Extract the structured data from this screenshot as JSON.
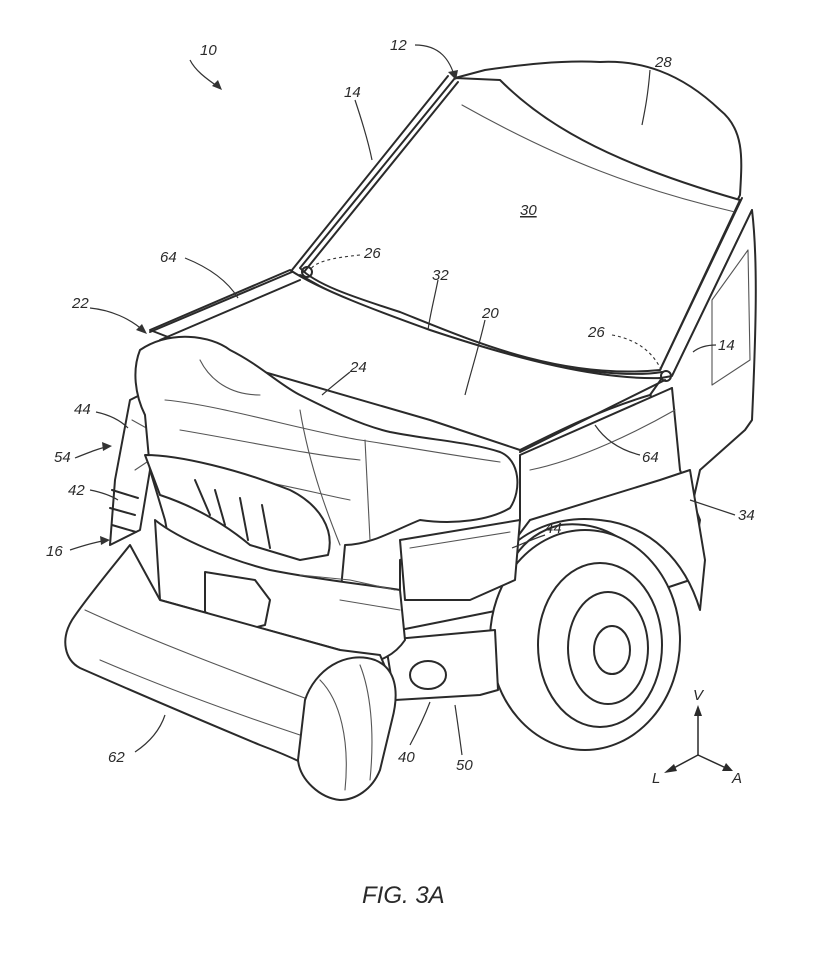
{
  "figure": {
    "caption": "FIG. 3A",
    "labels": {
      "vehicle": "10",
      "windshield_frame": "12",
      "a_pillar_left": "14",
      "a_pillar_right": "14",
      "front_end": "16",
      "hood": "20",
      "airbag_assembly": "22",
      "hood_airbag": "24",
      "sensor_left": "26",
      "sensor_right": "26",
      "roof": "28",
      "windshield": "30",
      "cowl": "32",
      "fender": "34",
      "bumper": "40",
      "grille": "42",
      "headlamp_left": "44",
      "headlamp_right": "44",
      "fascia": "50",
      "front_face": "54",
      "lower_airbag": "62",
      "hood_edge_left": "64",
      "hood_edge_right": "64"
    },
    "axes": {
      "vertical": "V",
      "lateral": "L",
      "longitudinal": "A"
    }
  }
}
